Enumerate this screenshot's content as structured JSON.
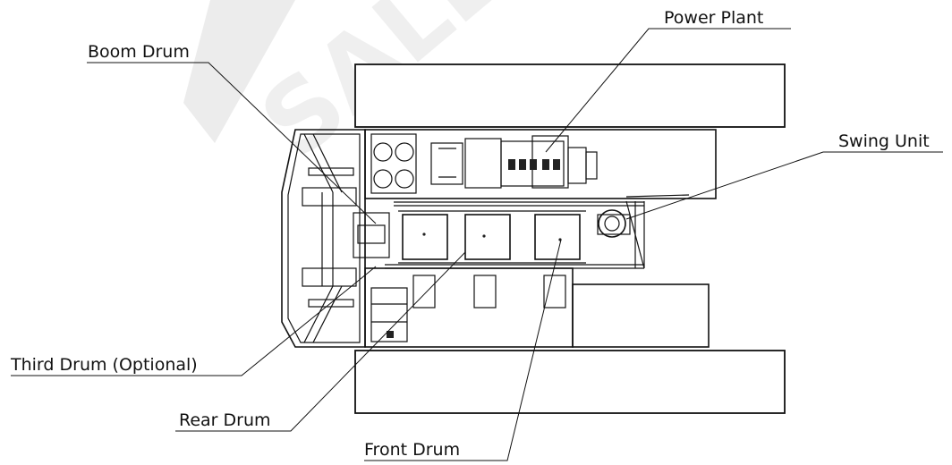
{
  "labels": {
    "boom_drum": "Boom Drum",
    "power_plant": "Power Plant",
    "swing_unit": "Swing Unit",
    "third_drum": "Third Drum (Optional)",
    "rear_drum": "Rear Drum",
    "front_drum": "Front Drum"
  },
  "watermark": "SALE",
  "colors": {
    "line": "#111111",
    "watermark": "#e6e6e6"
  }
}
